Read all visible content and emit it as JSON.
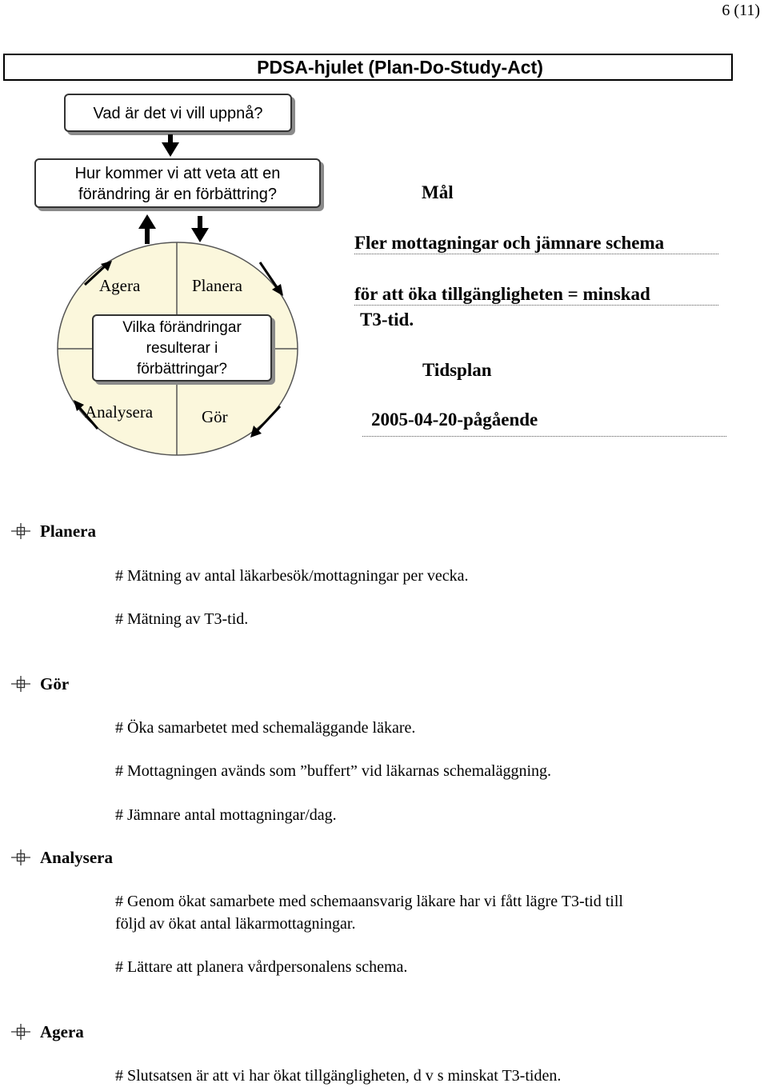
{
  "page_number": "6 (11)",
  "title": "PDSA-hjulet (Plan-Do-Study-Act)",
  "questions": {
    "q1": "Vad är det vi vill uppnå?",
    "q2_line1": "Hur kommer vi att veta att en",
    "q2_line2": "förändring är en förbättring?",
    "q3_line1": "Vilka förändringar",
    "q3_line2": "resulterar i",
    "q3_line3": "förbättringar?"
  },
  "wheel": {
    "agera": "Agera",
    "planera": "Planera",
    "analysera": "Analysera",
    "gor": "Gör",
    "fill_color": "#fbf7dc"
  },
  "goal": {
    "heading": "Mål",
    "line1": "Fler mottagningar och jämnare schema",
    "line2": "för att öka tillgängligheten = minskad",
    "line3": "T3-tid.",
    "schedule_heading": "Tidsplan",
    "schedule_value": "2005-04-20-pågående"
  },
  "sections": {
    "planera": {
      "heading": "Planera",
      "items": [
        "# Mätning av antal läkarbesök/mottagningar per vecka.",
        "# Mätning av T3-tid."
      ]
    },
    "gor": {
      "heading": "Gör",
      "items": [
        "# Öka samarbetet med schemaläggande läkare.",
        "# Mottagningen avänds som ”buffert” vid läkarnas schemaläggning.",
        "# Jämnare antal mottagningar/dag."
      ]
    },
    "analysera": {
      "heading": "Analysera",
      "item1_line1": "# Genom ökat samarbete med schemaansvarig läkare har vi fått lägre T3-tid till",
      "item1_line2": "följd av ökat antal läkarmottagningar.",
      "item2": "# Lättare att planera vårdpersonalens schema."
    },
    "agera": {
      "heading": "Agera",
      "item": "# Slutsatsen är att vi har ökat tillgängligheten, d v s minskat T3-tiden."
    }
  }
}
